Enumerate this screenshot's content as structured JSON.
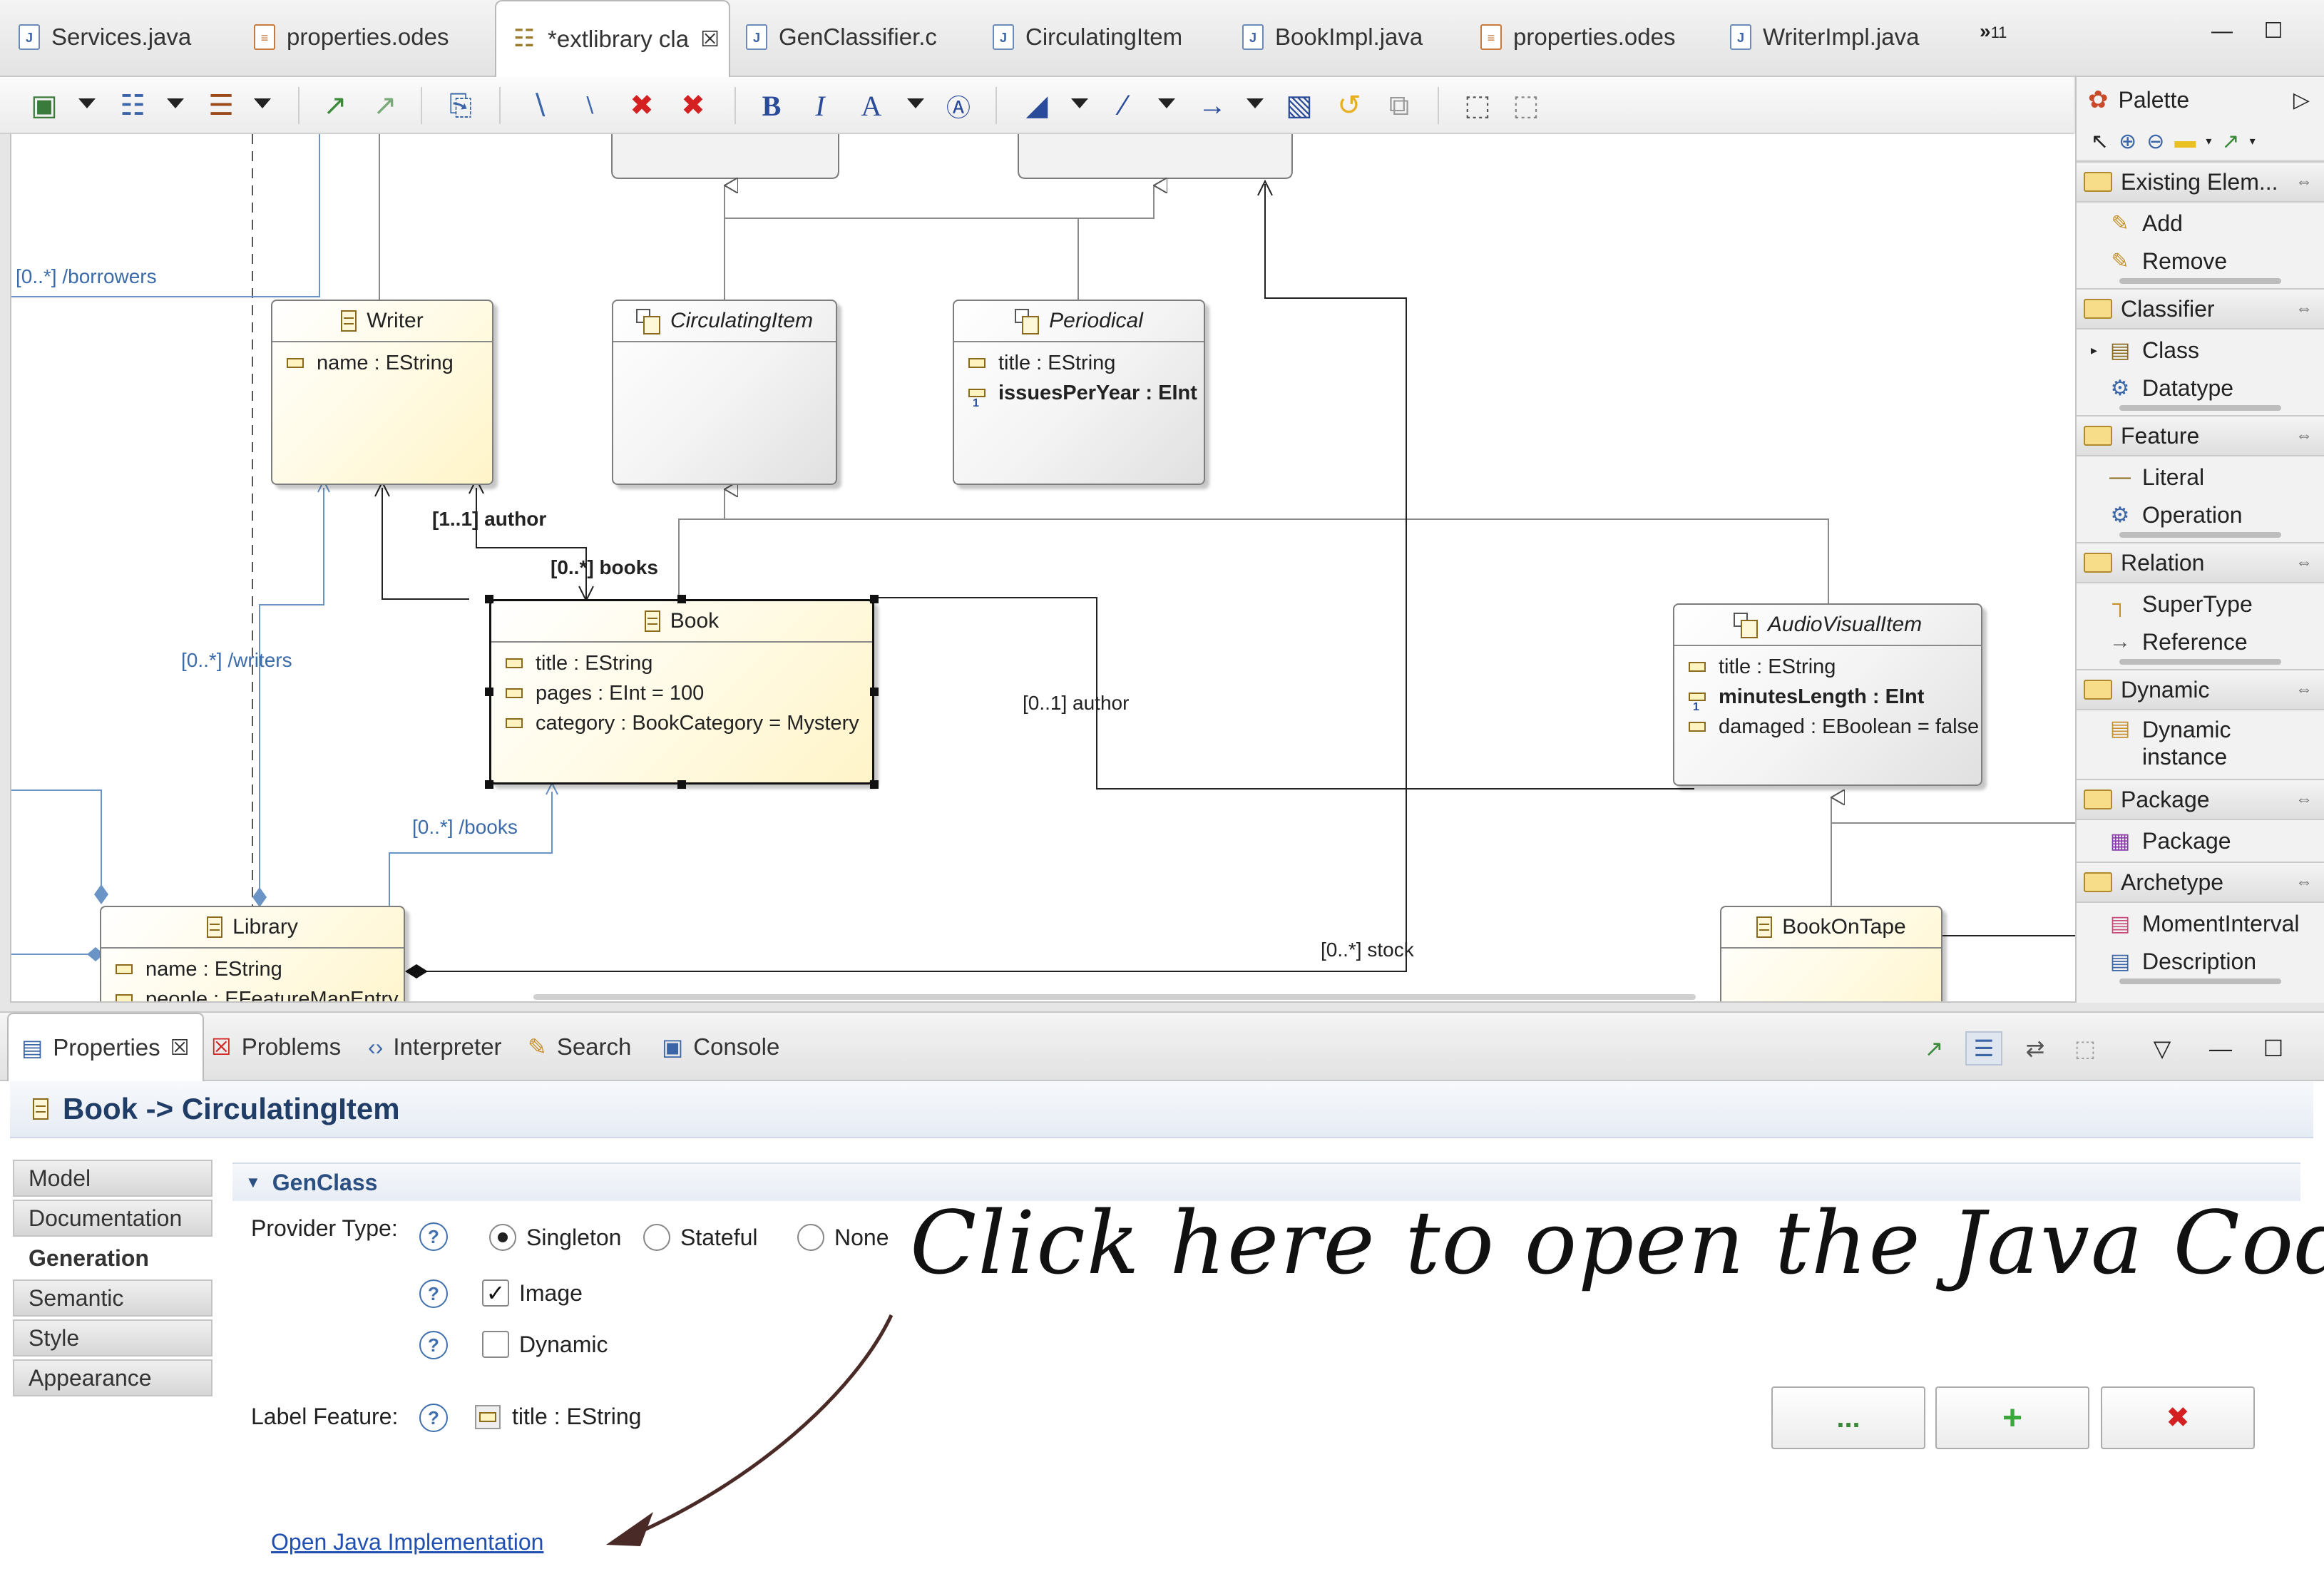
{
  "editor_tabs": [
    {
      "label": "Services.java",
      "icon": "java"
    },
    {
      "label": "properties.odes",
      "icon": "odes"
    },
    {
      "label": "*extlibrary cla",
      "icon": "ecore",
      "active": true
    },
    {
      "label": "GenClassifier.c",
      "icon": "gen"
    },
    {
      "label": "CirculatingItem",
      "icon": "java"
    },
    {
      "label": "BookImpl.java",
      "icon": "java"
    },
    {
      "label": "properties.odes",
      "icon": "odes"
    },
    {
      "label": "WriterImpl.java",
      "icon": "java"
    }
  ],
  "overflow_tabs": "11",
  "diagram": {
    "nodes": {
      "writer": {
        "name": "Writer",
        "attrs": [
          "name : EString"
        ]
      },
      "circulating_item": {
        "name": "CirculatingItem"
      },
      "periodical": {
        "name": "Periodical",
        "attrs": [
          "title : EString",
          "issuesPerYear : EInt"
        ]
      },
      "book": {
        "name": "Book",
        "attrs": [
          "title : EString",
          "pages : EInt = 100",
          "category : BookCategory = Mystery"
        ]
      },
      "audio_visual_item": {
        "name": "AudioVisualItem",
        "attrs": [
          "title : EString",
          "minutesLength : EInt",
          "damaged : EBoolean = false"
        ]
      },
      "library": {
        "name": "Library",
        "attrs": [
          "name : EString",
          "people : EFeatureMapEntry"
        ]
      },
      "book_on_tape": {
        "name": "BookOnTape"
      }
    },
    "edge_labels": {
      "borrowers": "[0..*] /borrowers",
      "author": "[1..1] author",
      "books": "[0..*] books",
      "writers": "[0..*] /writers",
      "lib_books": "[0..*] /books",
      "av_author": "[0..1] author",
      "stock": "[0..*] stock"
    }
  },
  "palette": {
    "title": "Palette",
    "drawers": [
      {
        "label": "Existing Elem...",
        "items": [
          {
            "label": "Add",
            "icon": "add-icon"
          },
          {
            "label": "Remove",
            "icon": "remove-icon"
          }
        ]
      },
      {
        "label": "Classifier",
        "items": [
          {
            "label": "Class",
            "icon": "class-icon"
          },
          {
            "label": "Datatype",
            "icon": "datatype-icon"
          }
        ]
      },
      {
        "label": "Feature",
        "items": [
          {
            "label": "Literal",
            "icon": "literal-icon"
          },
          {
            "label": "Operation",
            "icon": "operation-icon"
          }
        ]
      },
      {
        "label": "Relation",
        "items": [
          {
            "label": "SuperType",
            "icon": "supertype-icon"
          },
          {
            "label": "Reference",
            "icon": "reference-icon"
          }
        ]
      },
      {
        "label": "Dynamic",
        "items": [
          {
            "label": "Dynamic instance",
            "icon": "dynamic-instance-icon"
          }
        ]
      },
      {
        "label": "Package",
        "items": [
          {
            "label": "Package",
            "icon": "package-icon"
          }
        ]
      },
      {
        "label": "Archetype",
        "items": [
          {
            "label": "MomentInterval",
            "icon": "moment-interval-icon"
          },
          {
            "label": "Description",
            "icon": "description-icon"
          }
        ]
      }
    ]
  },
  "view_tabs": [
    {
      "label": "Properties",
      "active": true,
      "icon": "properties-icon"
    },
    {
      "label": "Problems",
      "icon": "problems-icon"
    },
    {
      "label": "Interpreter",
      "icon": "interpreter-icon"
    },
    {
      "label": "Search",
      "icon": "search-icon"
    },
    {
      "label": "Console",
      "icon": "console-icon"
    }
  ],
  "properties": {
    "title": "Book -> CirculatingItem",
    "tabs": [
      "Model",
      "Documentation",
      "Generation",
      "Semantic",
      "Style",
      "Appearance"
    ],
    "active_tab": "Generation",
    "section": "GenClass",
    "provider_type_label": "Provider Type:",
    "provider_options": [
      "Singleton",
      "Stateful",
      "None"
    ],
    "provider_selected": "Singleton",
    "image_label": "Image",
    "image_checked": true,
    "dynamic_label": "Dynamic",
    "dynamic_checked": false,
    "label_feature_label": "Label Feature:",
    "label_feature_value": "title : EString",
    "buttons": {
      "browse": "...",
      "add": "+",
      "remove": "✖"
    },
    "open_java_link": "Open Java Implementation"
  },
  "annotation": "Click here to open the Java Code",
  "colors": {
    "accent": "#1f3d66",
    "class_fill": "#fff8d8",
    "abstract_fill": "#eeeeee",
    "link": "#1f4fb0",
    "diagram_blue": "#3b6ba8"
  }
}
